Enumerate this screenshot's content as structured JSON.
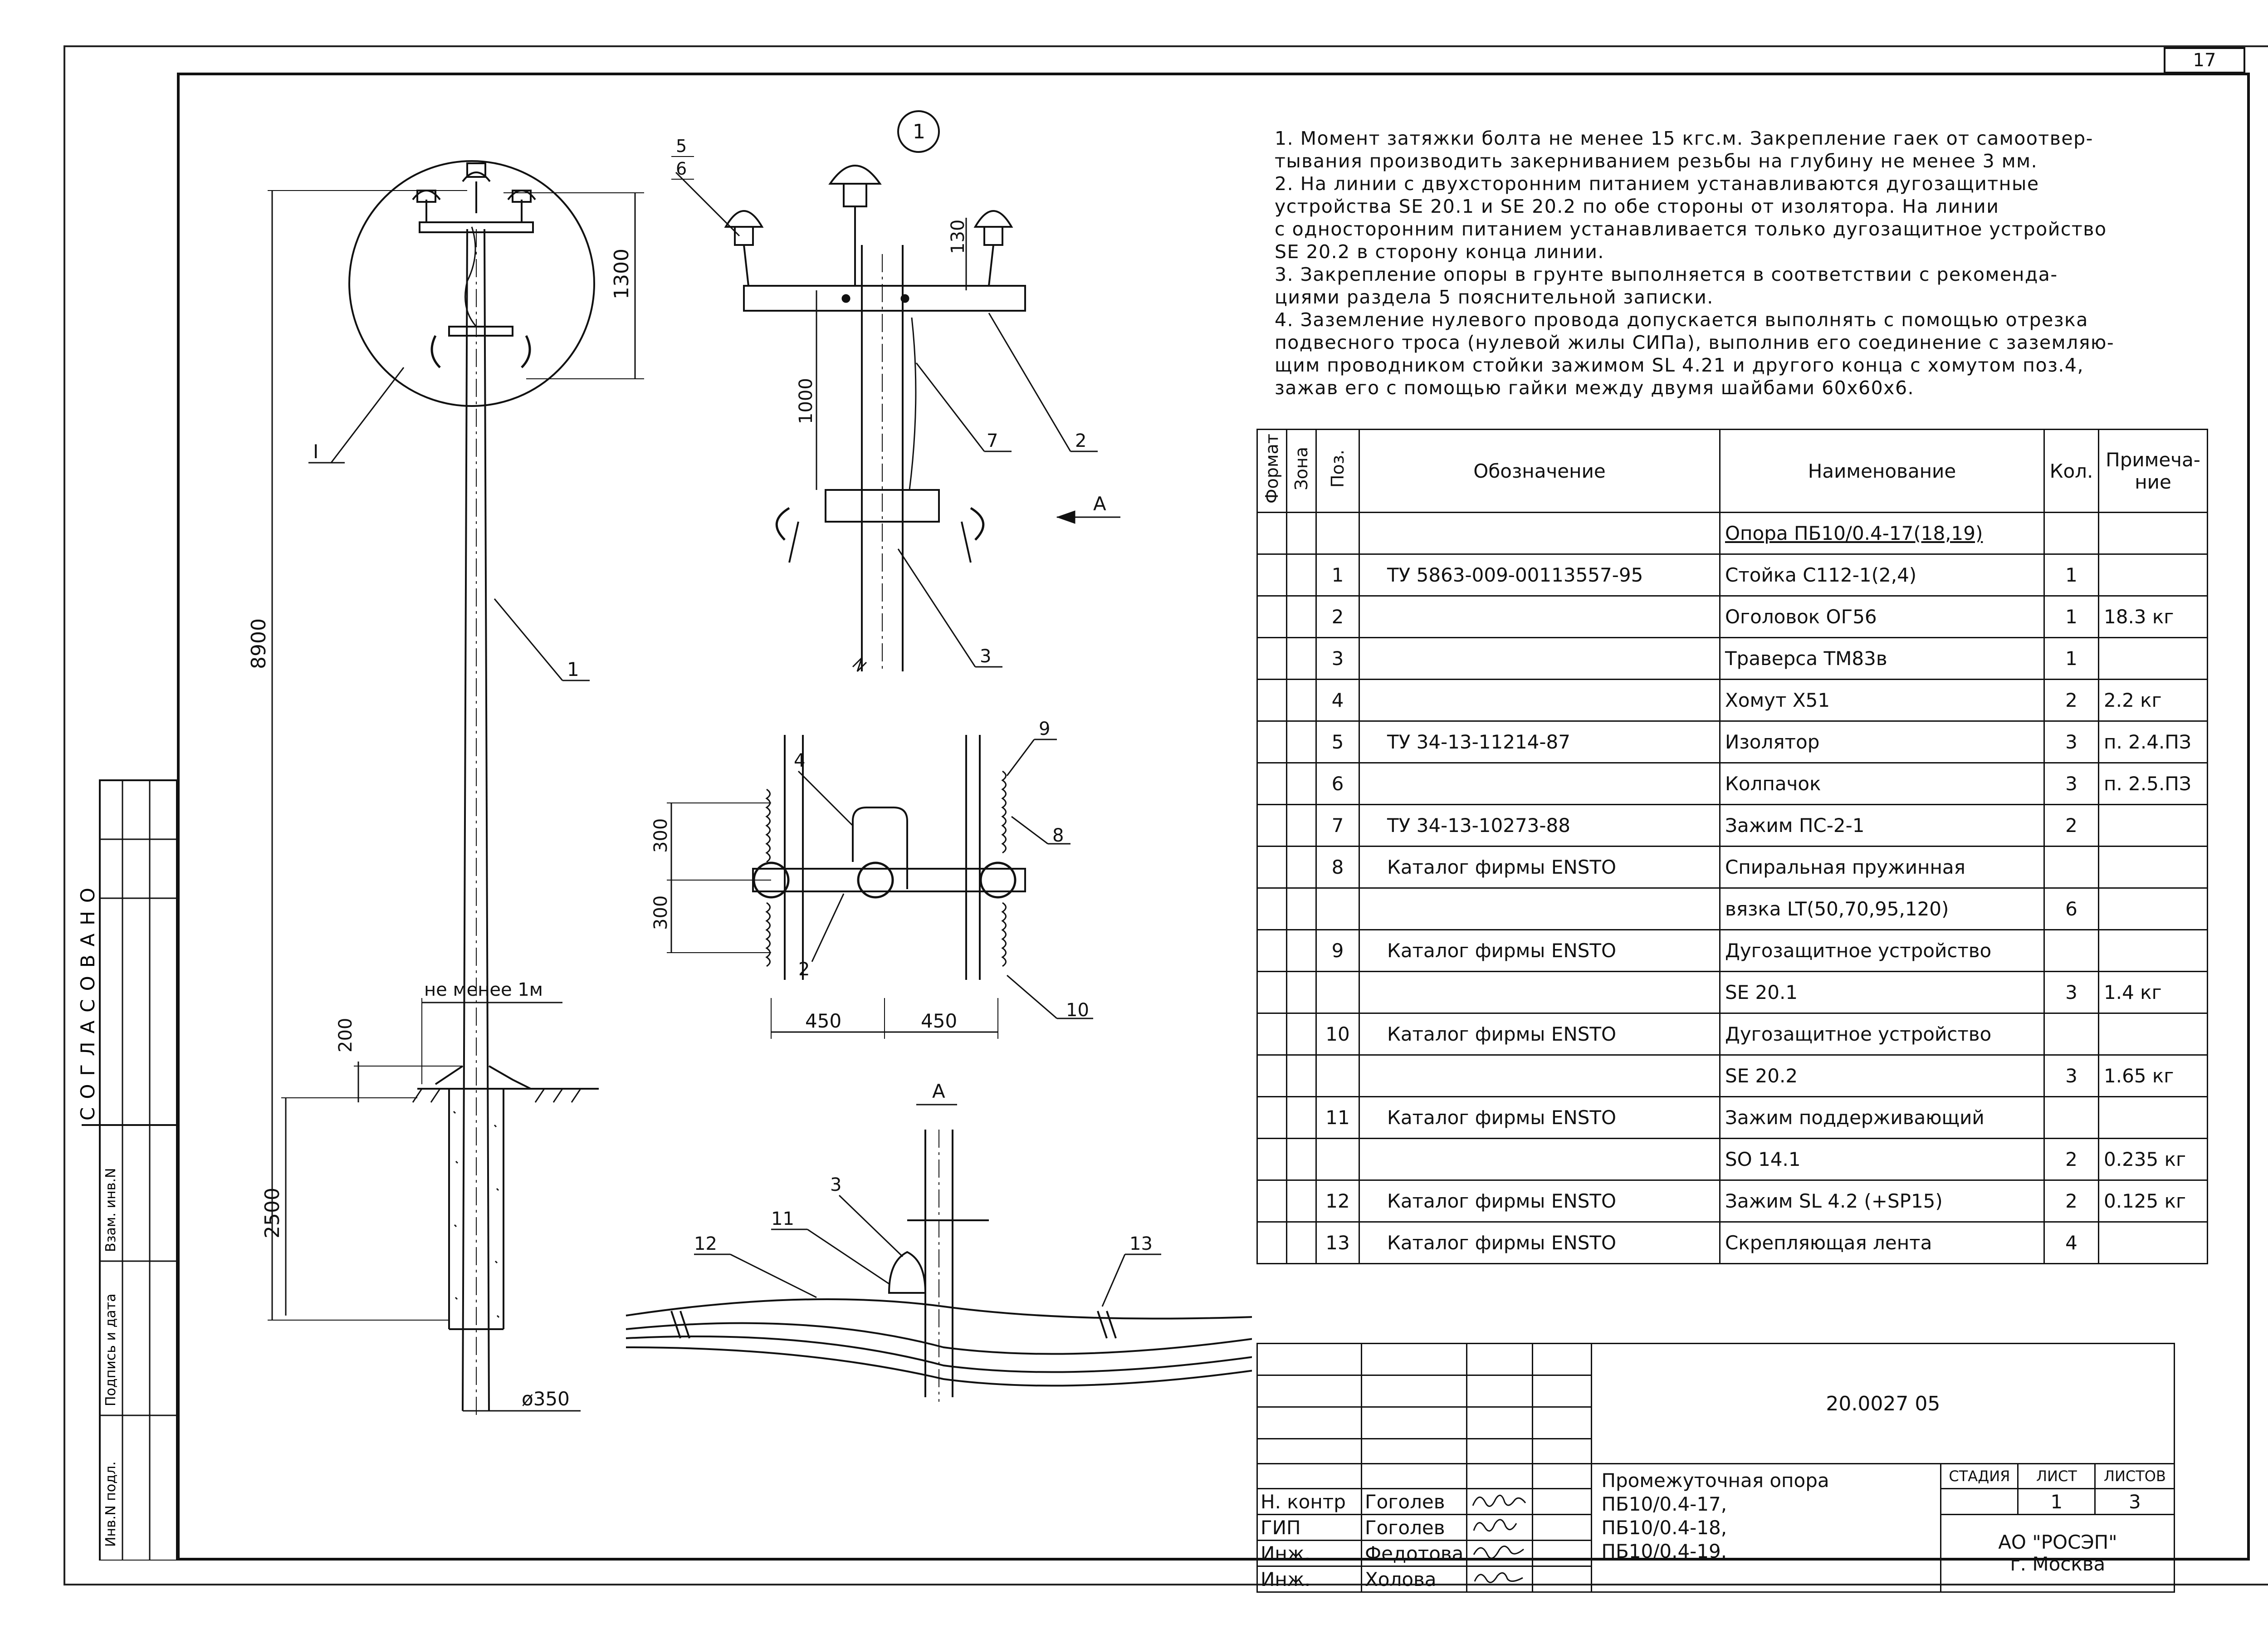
{
  "sheet_number": "17",
  "notes": [
    "1. Момент затяжки болта не менее 15 кгс.м. Закрепление гаек от самоотвер-",
    "тывания производить закерниванием резьбы на глубину не менее 3 мм.",
    "2. На линии с двухсторонним питанием устанавливаются дугозащитные",
    "устройства SE 20.1 и SE 20.2 по обе стороны от изолятора. На линии",
    "с односторонним питанием устанавливается только дугозащитное устройство",
    "SE 20.2 в сторону конца линии.",
    "3. Закрепление опоры в грунте выполняется в соответствии с рекоменда-",
    "циями раздела 5 пояснительной записки.",
    "4. Заземление нулевого провода допускается выполнять с помощью отрезка",
    "подвесного троса (нулевой жилы СИПа), выполнив его соединение с заземляю-",
    "щим проводником стойки зажимом SL 4.21 и другого конца с хомутом поз.4,",
    "зажав его с помощью гайки между двумя шайбами 60х60х6."
  ],
  "drawing": {
    "dim_8900": "8900",
    "dim_1300": "1300",
    "dim_2500": "2500",
    "dim_200": "200",
    "dim_dia": "ø350",
    "ground_note": "не менее 1м",
    "callout_I": "I",
    "callout_1": "1",
    "detail_circle": "1",
    "d_130": "130",
    "d_1000": "1000",
    "d_300a": "300",
    "d_300b": "300",
    "d_450a": "450",
    "d_450b": "450",
    "view_A": "А",
    "view_A2": "А",
    "pos_5": "5",
    "pos_6": "6",
    "pos_7": "7",
    "pos_2": "2",
    "pos_3": "3",
    "pos_4": "4",
    "pos_9": "9",
    "pos_8": "8",
    "pos_2b": "2",
    "pos_10": "10",
    "pos_3b": "3",
    "pos_11": "11",
    "pos_12": "12",
    "pos_13": "13"
  },
  "spec": {
    "headers": {
      "format": "Формат",
      "zone": "Зона",
      "pos": "Поз.",
      "designation": "Обозначение",
      "name": "Наименование",
      "qty": "Кол.",
      "note_l1": "Примеча-",
      "note_l2": "ние"
    },
    "rows": [
      {
        "pos": "",
        "designation": "",
        "name": "Опора ПБ10/0.4-17(18,19)",
        "qty": "",
        "note": ""
      },
      {
        "pos": "1",
        "designation": "ТУ 5863-009-00113557-95",
        "name": "Стойка С112-1(2,4)",
        "qty": "1",
        "note": ""
      },
      {
        "pos": "2",
        "designation": "",
        "name": "Оголовок ОГ56",
        "qty": "1",
        "note": "18.3 кг"
      },
      {
        "pos": "3",
        "designation": "",
        "name": "Траверса ТМ83в",
        "qty": "1",
        "note": ""
      },
      {
        "pos": "4",
        "designation": "",
        "name": "Хомут Х51",
        "qty": "2",
        "note": "2.2 кг"
      },
      {
        "pos": "5",
        "designation": "ТУ 34-13-11214-87",
        "name": "Изолятор",
        "qty": "3",
        "note": "п. 2.4.ПЗ"
      },
      {
        "pos": "6",
        "designation": "",
        "name": "Колпачок",
        "qty": "3",
        "note": "п. 2.5.ПЗ"
      },
      {
        "pos": "7",
        "designation": "ТУ 34-13-10273-88",
        "name": "Зажим ПС-2-1",
        "qty": "2",
        "note": ""
      },
      {
        "pos": "8",
        "designation": "Каталог фирмы ENSTO",
        "name": "Спиральная пружинная",
        "qty": "",
        "note": ""
      },
      {
        "pos": "",
        "designation": "",
        "name": "вязка LT(50,70,95,120)",
        "qty": "6",
        "note": ""
      },
      {
        "pos": "9",
        "designation": "Каталог фирмы ENSTO",
        "name": "Дугозащитное устройство",
        "qty": "",
        "note": ""
      },
      {
        "pos": "",
        "designation": "",
        "name": "SE 20.1",
        "qty": "3",
        "note": "1.4 кг"
      },
      {
        "pos": "10",
        "designation": "Каталог фирмы ENSTO",
        "name": "Дугозащитное устройство",
        "qty": "",
        "note": ""
      },
      {
        "pos": "",
        "designation": "",
        "name": "SE 20.2",
        "qty": "3",
        "note": "1.65 кг"
      },
      {
        "pos": "11",
        "designation": "Каталог фирмы ENSTO",
        "name": "Зажим поддерживающий",
        "qty": "",
        "note": ""
      },
      {
        "pos": "",
        "designation": "",
        "name": "SO 14.1",
        "qty": "2",
        "note": "0.235 кг"
      },
      {
        "pos": "12",
        "designation": "Каталог фирмы ENSTO",
        "name": "Зажим SL 4.2 (+SP15)",
        "qty": "2",
        "note": "0.125 кг"
      },
      {
        "pos": "13",
        "designation": "Каталог фирмы ENSTO",
        "name": "Скрепляющая лента",
        "qty": "4",
        "note": ""
      }
    ]
  },
  "title_block": {
    "doc_code": "20.0027 05",
    "roles": [
      {
        "role": "Н. контр",
        "name": "Гоголев"
      },
      {
        "role": "ГИП",
        "name": "Гоголев"
      },
      {
        "role": "Инж.",
        "name": "Федотова"
      },
      {
        "role": "Инж.",
        "name": "Холова"
      }
    ],
    "title_lines": [
      "Промежуточная опора",
      "ПБ10/0.4-17,",
      "ПБ10/0.4-18,",
      "ПБ10/0.4-19."
    ],
    "stage_label": "СТАДИЯ",
    "sheet_label": "ЛИСТ",
    "sheets_label": "ЛИСТОВ",
    "sheet_value": "1",
    "sheets_value": "3",
    "org_l1": "АО \"РОСЭП\"",
    "org_l2": "г. Москва"
  },
  "side_stamp": {
    "agreed": "СОГЛАСОВАНО",
    "inv_replace": "Взам. инв.N",
    "sign_date": "Подпись и дата",
    "inv_orig": "Инв.N подл."
  }
}
